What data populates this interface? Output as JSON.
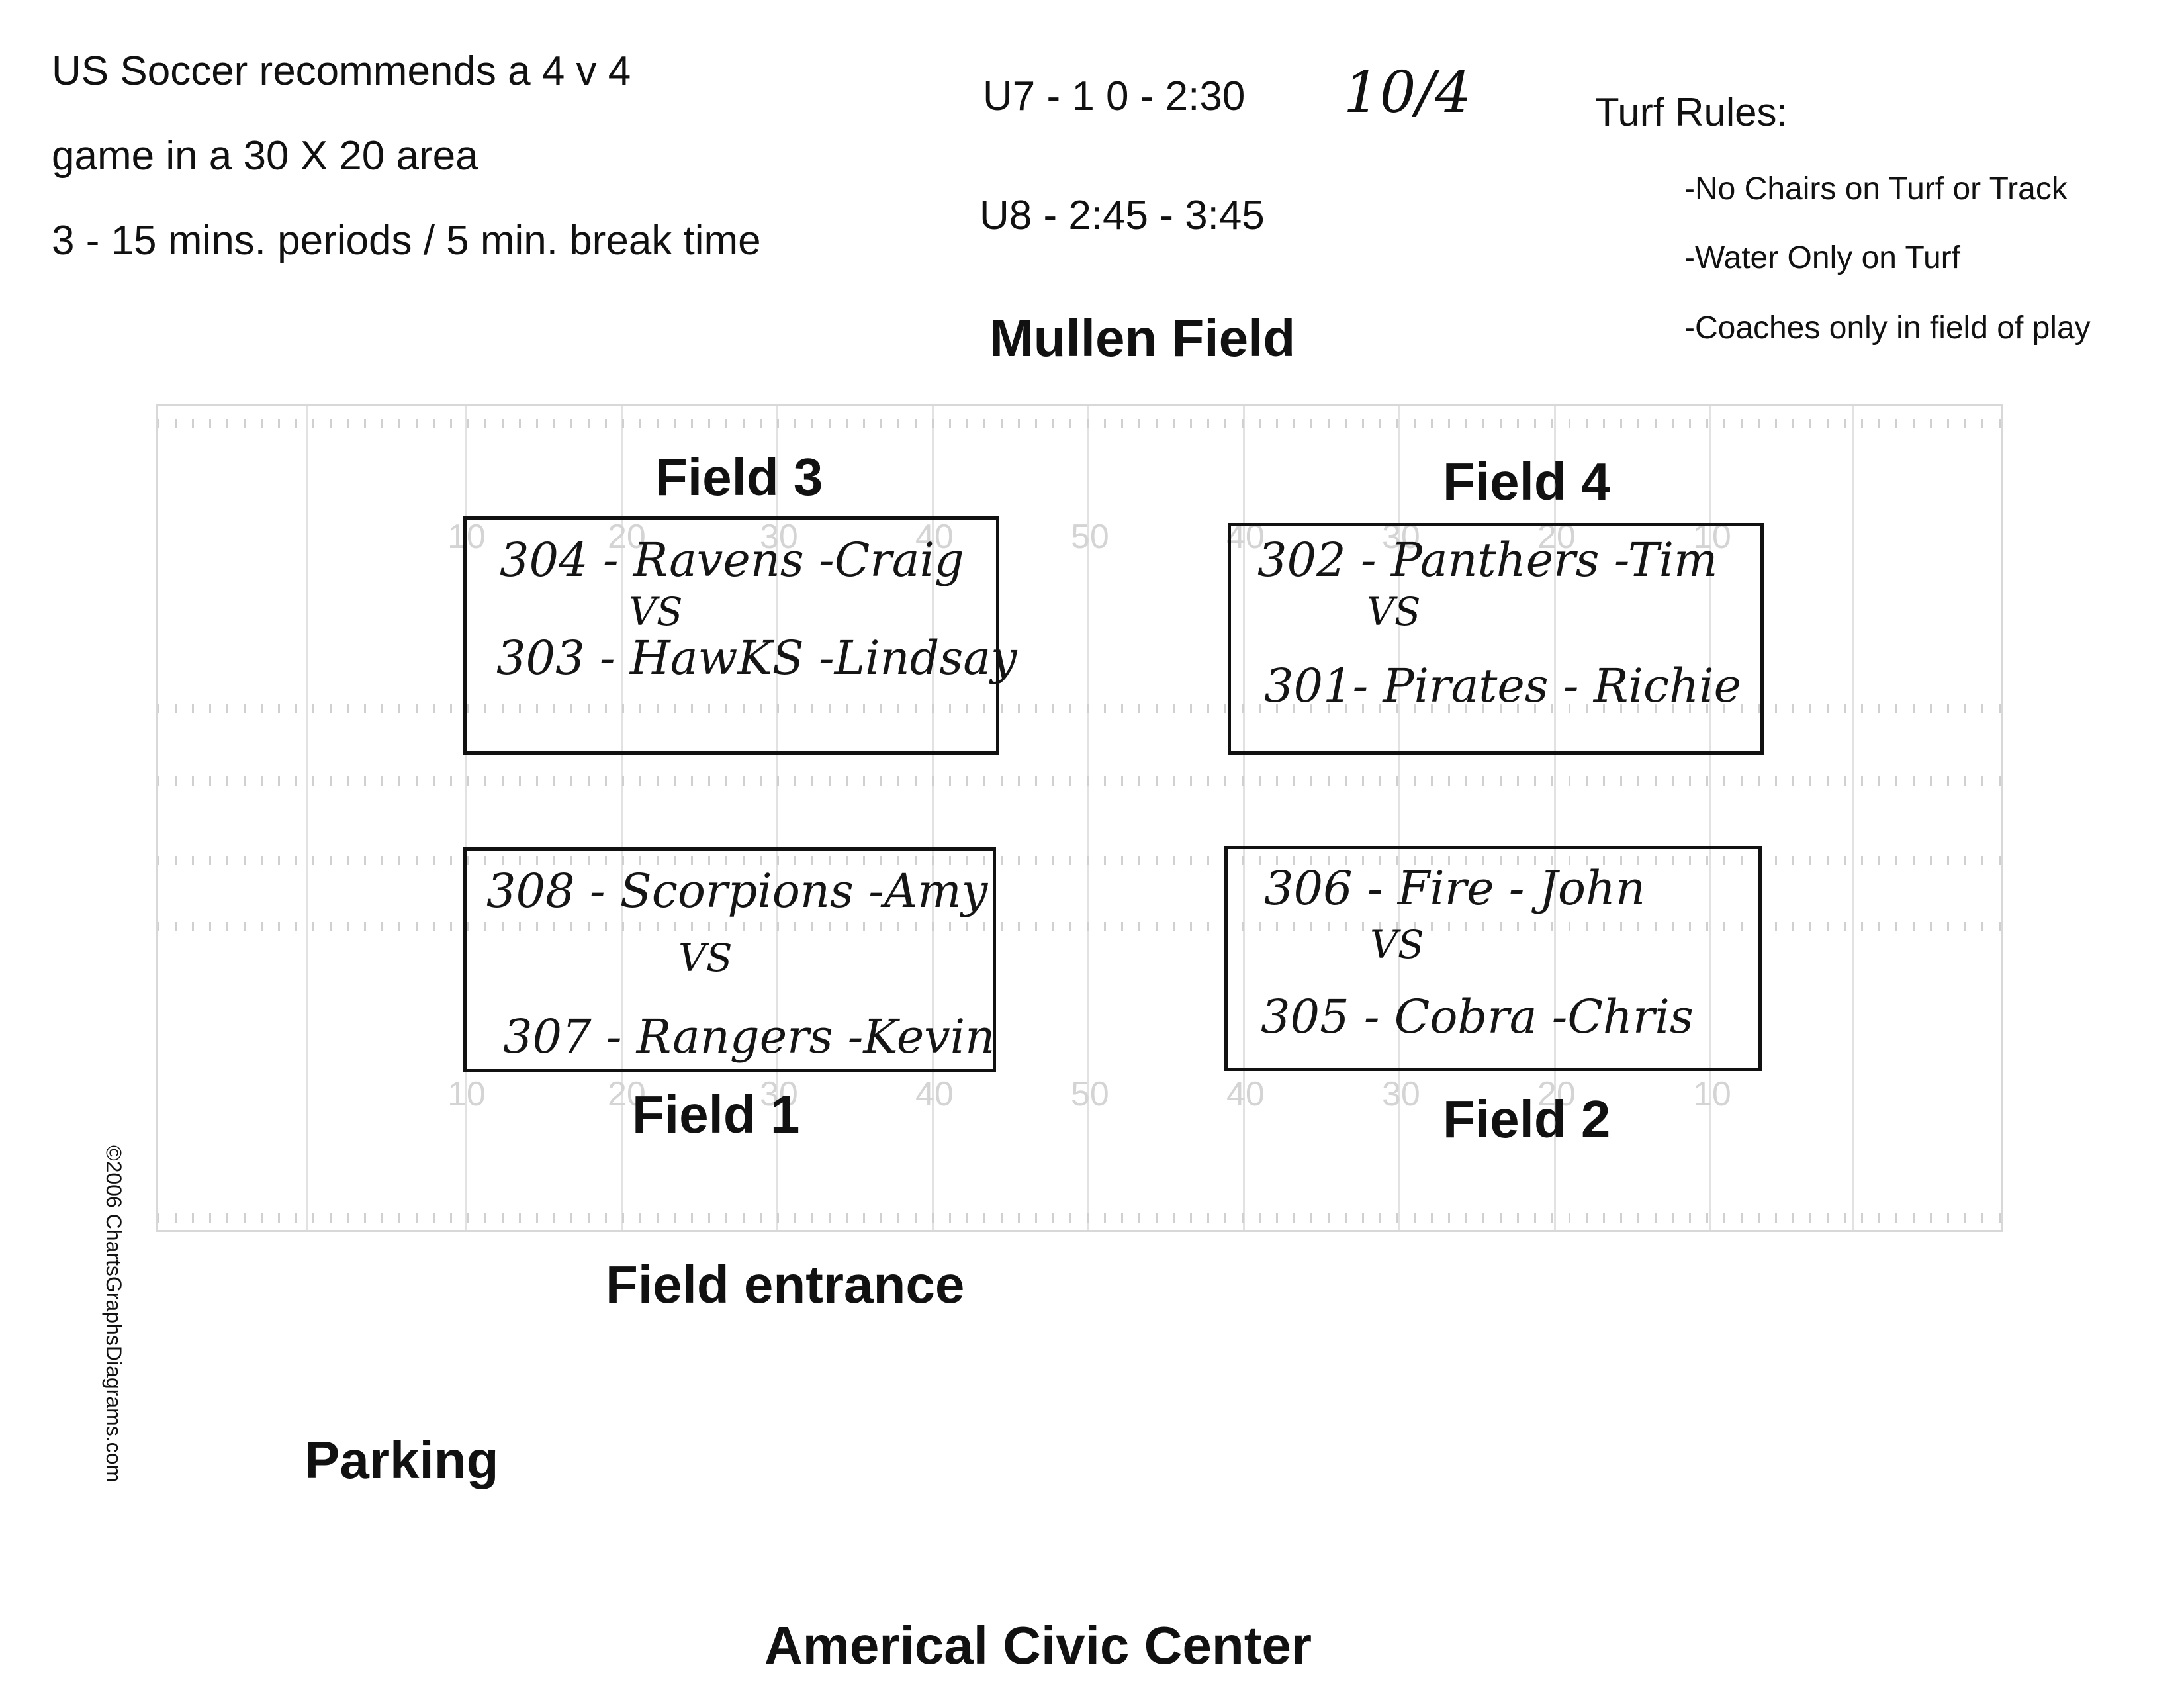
{
  "intro": {
    "line1": "US Soccer recommends a 4 v 4",
    "line2": "game in a 30 X 20 area",
    "line3": "3 - 15 mins. periods / 5 min. break time"
  },
  "schedule": {
    "u7": "U7 - 1  0 - 2:30",
    "u8": "U8 - 2:45 - 3:45",
    "date": "10/4"
  },
  "turf_rules": {
    "title": "Turf Rules:",
    "items": [
      "-No Chairs on Turf or Track",
      "-Water Only on Turf",
      "-Coaches only in field of play"
    ]
  },
  "venue": {
    "field_name": "Mullen Field",
    "entrance": "Field entrance",
    "parking": "Parking",
    "center": "Americal Civic Center",
    "copyright": "©2006 ChartsGraphsDiagrams.com"
  },
  "yard_numbers_top": [
    "10",
    "20",
    "30",
    "40",
    "50",
    "40",
    "30",
    "20",
    "10"
  ],
  "yard_numbers_bottom": [
    "10",
    "20",
    "30",
    "40",
    "50",
    "40",
    "30",
    "20",
    "10"
  ],
  "fields": [
    {
      "label": "Field 3",
      "team1": "304 - Ravens -Craig",
      "vs": "VS",
      "team2": "303 - HawKS -Lindsay"
    },
    {
      "label": "Field 4",
      "team1": "302 - Panthers -Tim",
      "vs": "VS",
      "team2": "301- Pirates - Richie"
    },
    {
      "label": "Field 1",
      "team1": "308 - Scorpions -Amy",
      "vs": "VS",
      "team2": "307 - Rangers -Kevin"
    },
    {
      "label": "Field 2",
      "team1": "306 - Fire - John",
      "vs": "VS",
      "team2": "305 - Cobra -Chris"
    }
  ]
}
